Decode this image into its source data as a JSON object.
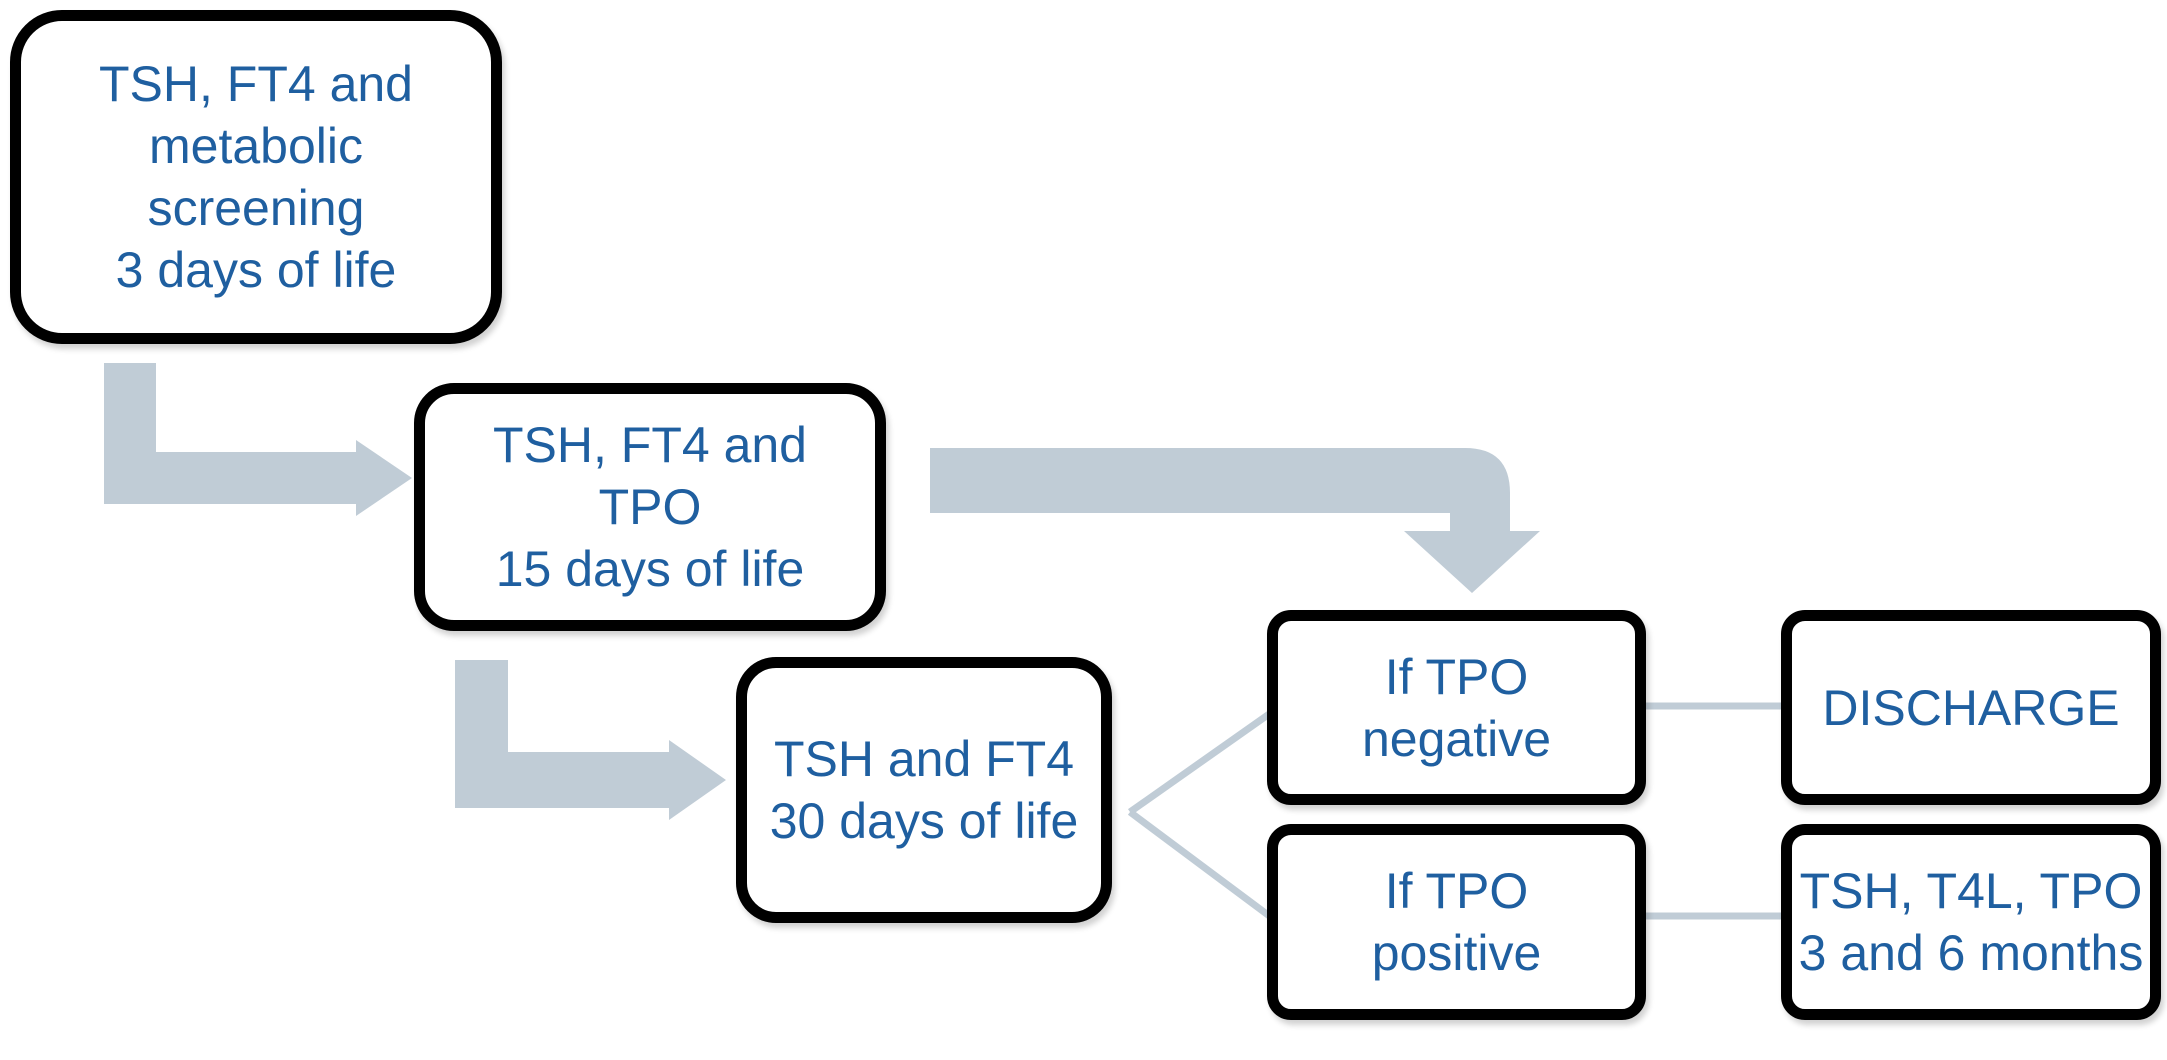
{
  "colors": {
    "text": "#1f5fa0",
    "border": "#000000",
    "arrow": "#c0ccd6",
    "connector": "#c0ccd6",
    "background": "#ffffff"
  },
  "nodes": {
    "screening_3_days": "TSH, FT4 and\nmetabolic\nscreening\n3 days of life",
    "test_15_days": "TSH, FT4 and\nTPO\n15 days of life",
    "test_30_days": "TSH and FT4\n30 days of life",
    "tpo_negative": "If TPO\nnegative",
    "tpo_positive": "If TPO\npositive",
    "discharge": "DISCHARGE",
    "followup_3_6_months": "TSH, T4L, TPO\n3 and 6 months"
  },
  "edges": [
    {
      "from": "screening_3_days",
      "to": "test_15_days",
      "style": "block-arrow"
    },
    {
      "from": "test_15_days",
      "to": "test_30_days",
      "style": "block-arrow"
    },
    {
      "from": "test_15_days",
      "to": "tpo_negative",
      "style": "block-arrow"
    },
    {
      "from": "test_30_days",
      "to": "tpo_negative",
      "style": "line"
    },
    {
      "from": "test_30_days",
      "to": "tpo_positive",
      "style": "line"
    },
    {
      "from": "tpo_negative",
      "to": "discharge",
      "style": "line"
    },
    {
      "from": "tpo_positive",
      "to": "followup_3_6_months",
      "style": "line"
    }
  ]
}
